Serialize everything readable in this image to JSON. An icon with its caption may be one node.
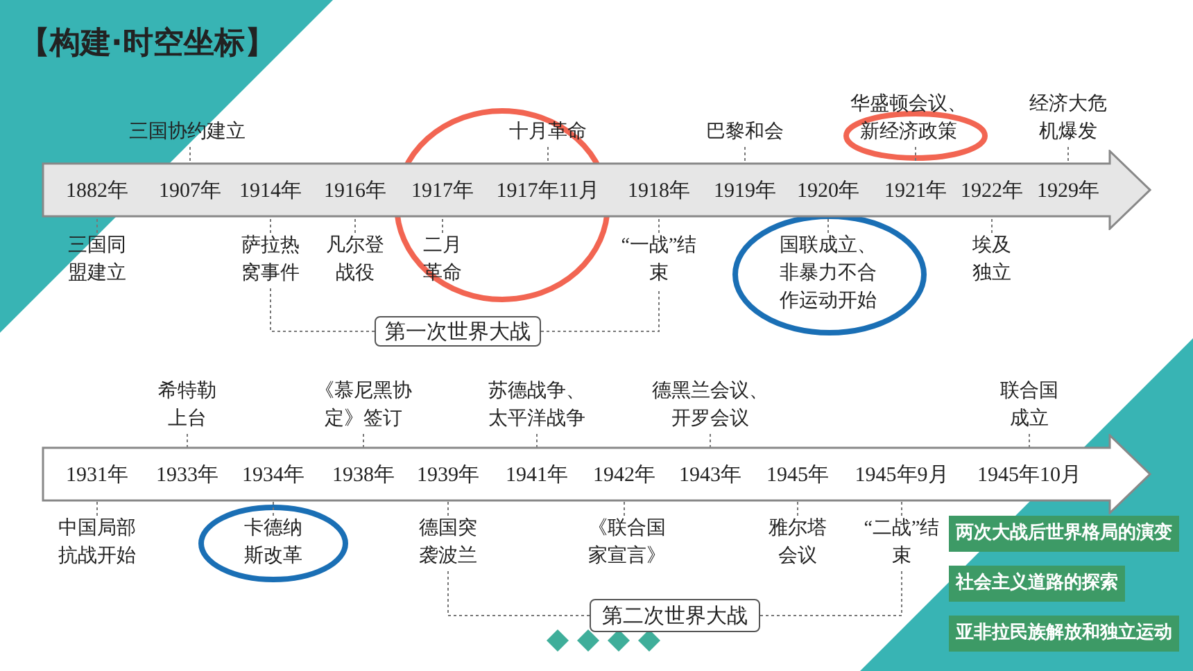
{
  "diagram": {
    "title": "【构建·时空坐标】",
    "nodes": [
      {
        "text": [],
        "shape": "arrow"
      },
      {
        "text": [
          "1882年"
        ],
        "in": 0
      },
      {
        "text": [
          "1907年"
        ],
        "in": 0
      },
      {
        "text": [
          "1914年"
        ],
        "in": 0
      },
      {
        "text": [
          "1916年"
        ],
        "in": 0
      },
      {
        "text": [
          "1917年"
        ],
        "in": 0
      },
      {
        "text": [
          "1917年11月"
        ],
        "in": 0
      },
      {
        "text": [
          "1918年"
        ],
        "in": 0
      },
      {
        "text": [
          "1919年"
        ],
        "in": 0
      },
      {
        "text": [
          "1920年"
        ],
        "in": 0
      },
      {
        "text": [
          "1921年"
        ],
        "in": 0
      },
      {
        "text": [
          "1922年"
        ],
        "in": 0
      },
      {
        "text": [
          "1929年"
        ],
        "in": 0
      },
      {
        "text": [
          "三国协约建立"
        ]
      },
      {
        "text": [
          "十月革命"
        ]
      },
      {
        "text": [
          "巴黎和会"
        ]
      },
      {
        "text": [
          "华盛顿会议、新经济政策"
        ]
      },
      {
        "text": [
          "经济大危机爆发"
        ]
      },
      {
        "text": [
          "三国同盟建立"
        ]
      },
      {
        "text": [
          "萨拉热窝事件"
        ]
      },
      {
        "text": [
          "凡尔登战役"
        ]
      },
      {
        "text": [
          "二月革命"
        ]
      },
      {
        "text": [
          "“一战”结束"
        ]
      },
      {
        "text": [
          "国联成立、非暴力不合作运动开始"
        ]
      },
      {
        "text": [
          "埃及独立"
        ]
      },
      {
        "text": [
          "第一次世界大战"
        ]
      },
      {
        "text": [],
        "shape": "arrow"
      },
      {
        "text": [
          "1931年"
        ],
        "in": 26
      },
      {
        "text": [
          "1933年"
        ],
        "in": 26
      },
      {
        "text": [
          "1934年"
        ],
        "in": 26
      },
      {
        "text": [
          "1938年"
        ],
        "in": 26
      },
      {
        "text": [
          "1939年"
        ],
        "in": 26
      },
      {
        "text": [
          "1941年"
        ],
        "in": 26
      },
      {
        "text": [
          "1942年"
        ],
        "in": 26
      },
      {
        "text": [
          "1943年"
        ],
        "in": 26
      },
      {
        "text": [
          "1945年"
        ],
        "in": 26
      },
      {
        "text": [
          "1945年9月"
        ],
        "in": 26
      },
      {
        "text": [
          "1945年10月"
        ],
        "in": 26
      },
      {
        "text": [
          "希特勒上台"
        ]
      },
      {
        "text": [
          "《慕尼黑协定》签订"
        ]
      },
      {
        "text": [
          "苏德战争、太平洋战争"
        ]
      },
      {
        "text": [
          "德黑兰会议、开罗会议"
        ]
      },
      {
        "text": [
          "联合国成立"
        ]
      },
      {
        "text": [
          "中国局部抗战开始"
        ]
      },
      {
        "text": [
          "卡德纳斯改革"
        ]
      },
      {
        "text": [
          "德国突袭波兰"
        ]
      },
      {
        "text": [
          "《联合国家宣言》"
        ]
      },
      {
        "text": [
          "雅尔塔会议"
        ]
      },
      {
        "text": [
          "“二战”结束"
        ]
      },
      {
        "text": [
          "第二次世界大战"
        ]
      },
      {
        "text": [
          "两次大战后世界格局的演变"
        ]
      },
      {
        "text": [
          "社会主义道路的探索"
        ]
      },
      {
        "text": [
          "亚非拉民族解放和独立运动"
        ]
      }
    ],
    "edges": [
      {
        "from": 13,
        "to": 2,
        "arrow": "none",
        "style": "dashed"
      },
      {
        "from": 14,
        "to": 6,
        "arrow": "none",
        "style": "dashed"
      },
      {
        "from": 15,
        "to": 8,
        "arrow": "none",
        "style": "dashed"
      },
      {
        "from": 16,
        "to": 10,
        "arrow": "none",
        "style": "dashed"
      },
      {
        "from": 17,
        "to": 12,
        "arrow": "none",
        "style": "dashed"
      },
      {
        "from": 18,
        "to": 1,
        "arrow": "none",
        "style": "dashed"
      },
      {
        "from": 19,
        "to": 3,
        "arrow": "none",
        "style": "dashed"
      },
      {
        "from": 20,
        "to": 4,
        "arrow": "none",
        "style": "dashed"
      },
      {
        "from": 21,
        "to": 5,
        "arrow": "none",
        "style": "dashed"
      },
      {
        "from": 22,
        "to": 7,
        "arrow": "none",
        "style": "dashed"
      },
      {
        "from": 23,
        "to": 9,
        "arrow": "none",
        "style": "dashed"
      },
      {
        "from": 24,
        "to": 11,
        "arrow": "none",
        "style": "dashed"
      },
      {
        "from": 25,
        "to": 19,
        "arrow": "none",
        "style": "dashed"
      },
      {
        "from": 25,
        "to": 22,
        "arrow": "none",
        "style": "dashed"
      },
      {
        "from": 38,
        "to": 28,
        "arrow": "none",
        "style": "dashed"
      },
      {
        "from": 39,
        "to": 30,
        "arrow": "none",
        "style": "dashed"
      },
      {
        "from": 40,
        "to": 32,
        "arrow": "none",
        "style": "dashed"
      },
      {
        "from": 41,
        "to": 34,
        "arrow": "none",
        "style": "dashed"
      },
      {
        "from": 42,
        "to": 37,
        "arrow": "none",
        "style": "dashed"
      },
      {
        "from": 43,
        "to": 27,
        "arrow": "none",
        "style": "dashed"
      },
      {
        "from": 44,
        "to": 29,
        "arrow": "none",
        "style": "dashed"
      },
      {
        "from": 45,
        "to": 31,
        "arrow": "none",
        "style": "dashed"
      },
      {
        "from": 46,
        "to": 33,
        "arrow": "none",
        "style": "dashed"
      },
      {
        "from": 47,
        "to": 35,
        "arrow": "none",
        "style": "dashed"
      },
      {
        "from": 48,
        "to": 36,
        "arrow": "none",
        "style": "dashed"
      },
      {
        "from": 49,
        "to": 45,
        "arrow": "none",
        "style": "dashed"
      },
      {
        "from": 49,
        "to": 48,
        "arrow": "none",
        "style": "dashed"
      }
    ]
  }
}
